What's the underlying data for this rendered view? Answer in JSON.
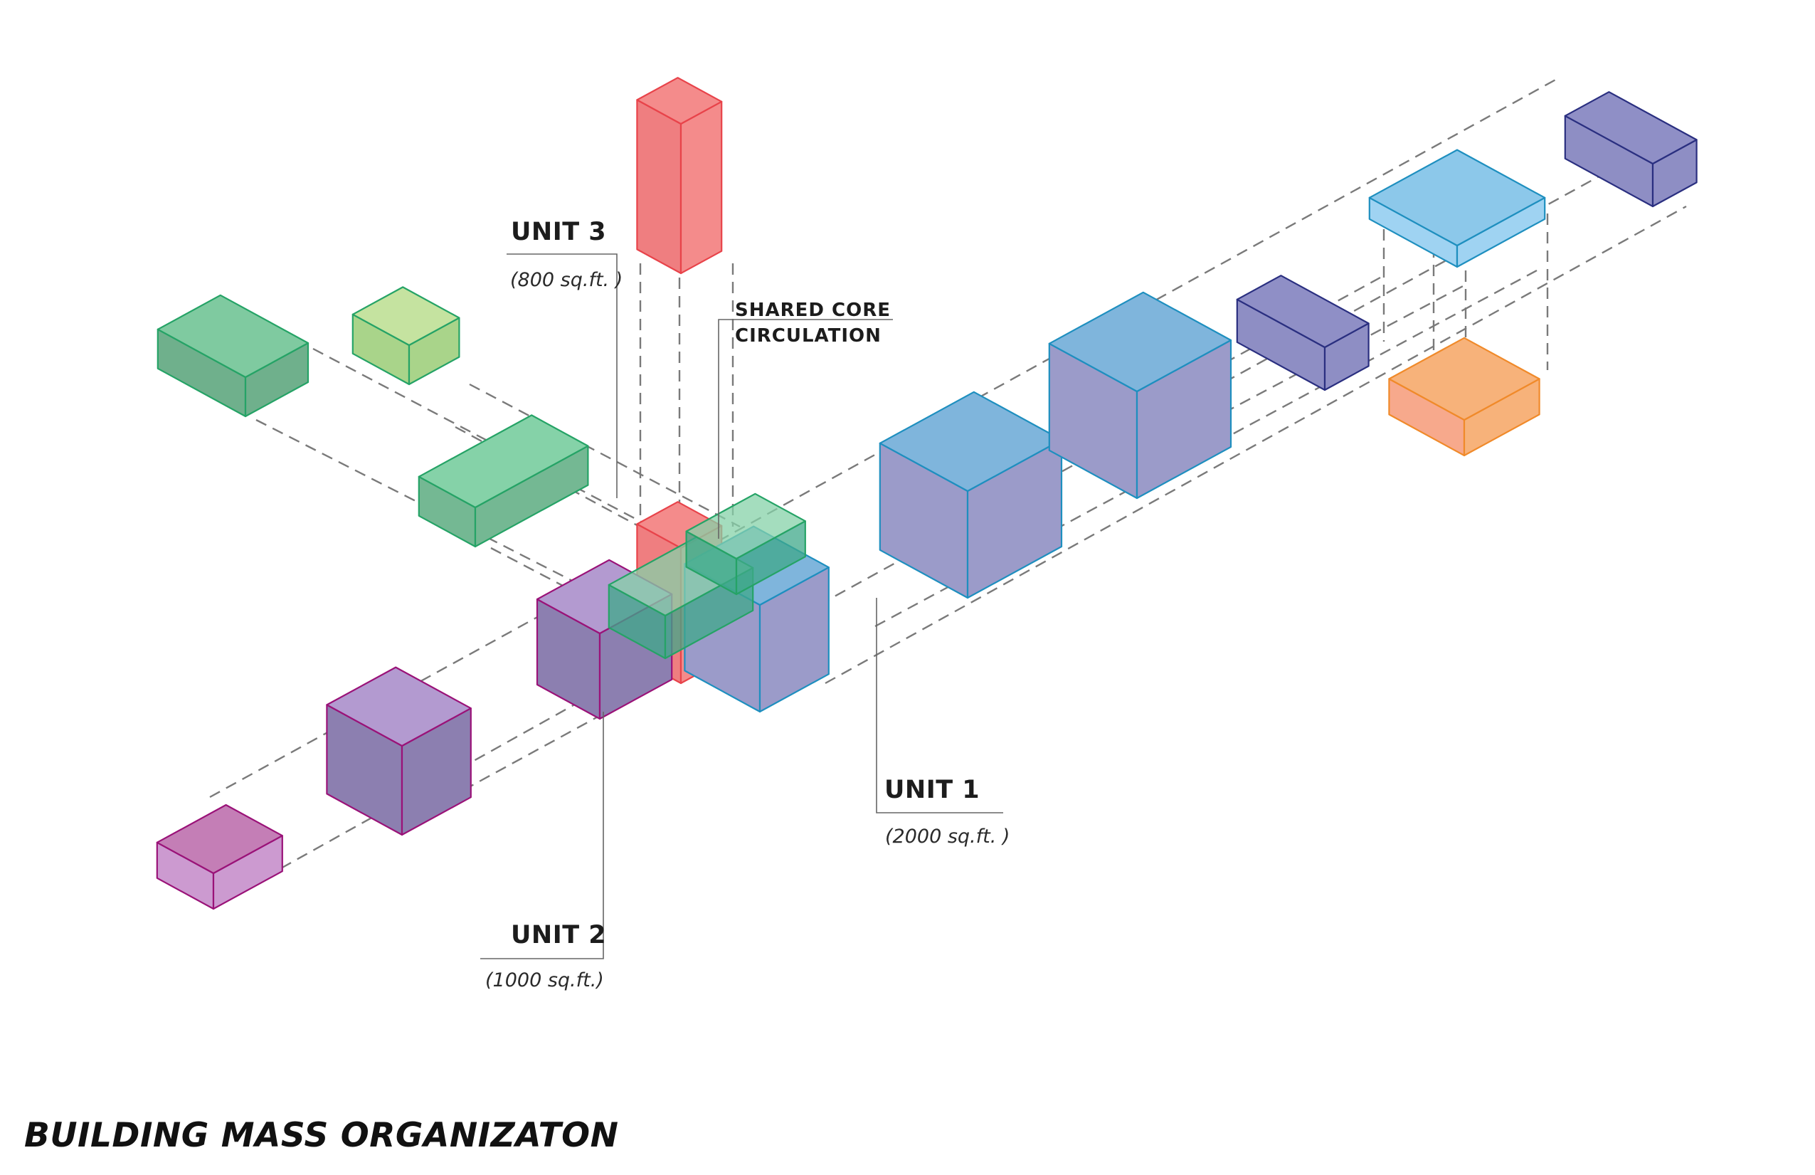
{
  "title": "BUILDING MASS ORGANIZATON",
  "labels": {
    "unit1": {
      "name": "UNIT 1",
      "area": "(2000 sq.ft. )"
    },
    "unit2": {
      "name": "UNIT 2",
      "area": "(1000 sq.ft.)"
    },
    "unit3": {
      "name": "UNIT 3",
      "area": "(800 sq.ft. )"
    },
    "core": {
      "line1": "SHARED CORE",
      "line2": "CIRCULATION"
    }
  },
  "colors": {
    "unit1_blue_top": "#7fb5dc",
    "unit1_purple_side": "#9b9bc9",
    "unit1_edge": "#1e8fbf",
    "unit1_navy": "#8f8fc6",
    "unit1_navy_edge": "#2a2f80",
    "unit1_sky": "#8cc8ea",
    "unit1_orange": "#f7b27a",
    "unit2_magenta": "#c87fba",
    "unit2_purple": "#b39ad0",
    "unit2_edge": "#9a1278",
    "unit3_green": "#85d2a8",
    "unit3_lime": "#c5e3a0",
    "unit3_edge": "#25a366",
    "core_red": "#f48b8b",
    "core_edge": "#e8434a",
    "guide_line": "#7a7a7a"
  }
}
